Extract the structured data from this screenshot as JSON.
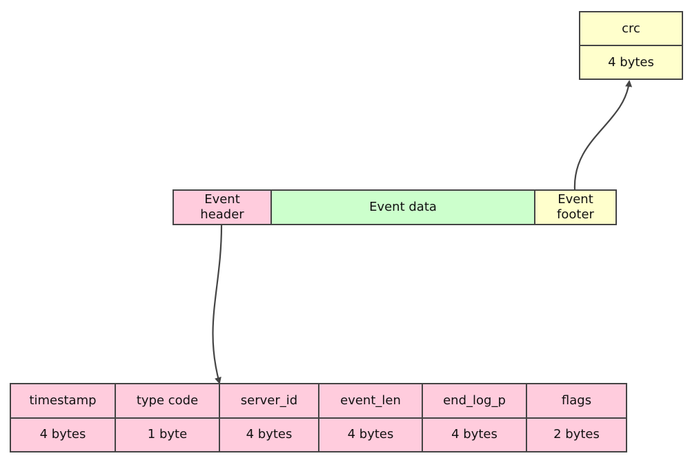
{
  "crc_block": {
    "name": "crc",
    "size": "4 bytes"
  },
  "event": {
    "header": "Event\nheader",
    "data": "Event data",
    "footer": "Event\nfooter"
  },
  "header_fields": [
    {
      "name": "timestamp",
      "size": "4 bytes"
    },
    {
      "name": "type code",
      "size": "1 byte"
    },
    {
      "name": "server_id",
      "size": "4 bytes"
    },
    {
      "name": "event_len",
      "size": "4 bytes"
    },
    {
      "name": "end_log_p",
      "size": "4 bytes"
    },
    {
      "name": "flags",
      "size": "2 bytes"
    }
  ],
  "colors": {
    "header": "#ffccdd",
    "data": "#ccffcc",
    "footer": "#ffffcc",
    "stroke": "#444444"
  }
}
